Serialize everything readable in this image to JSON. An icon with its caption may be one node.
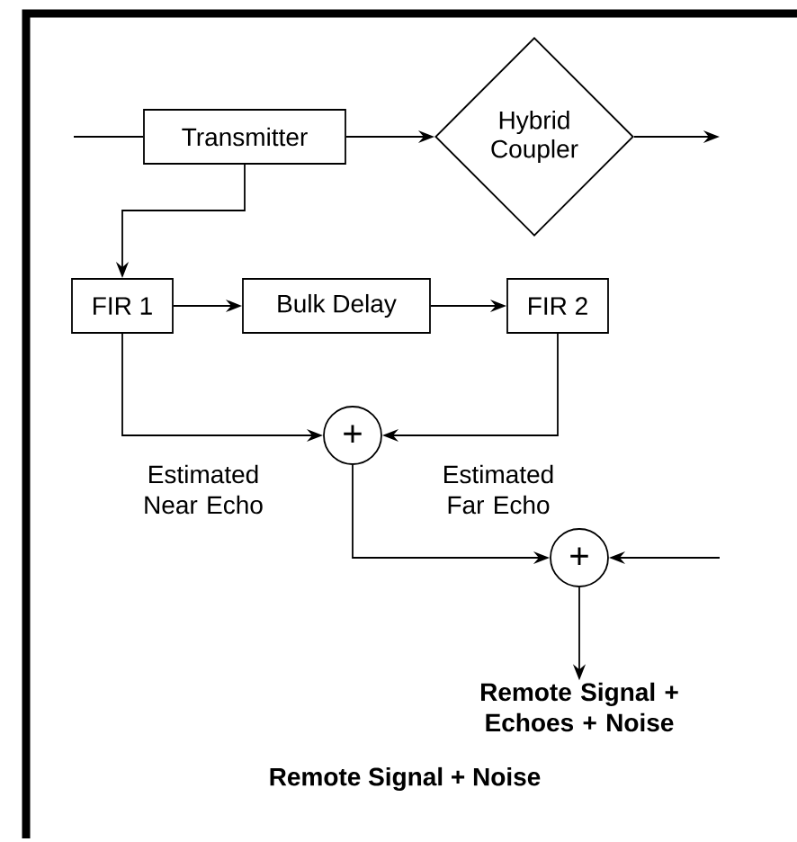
{
  "diagram": {
    "nodes": [
      {
        "text": [
          "Transmitter"
        ]
      },
      {
        "text": [
          "Hybrid Coupler"
        ]
      },
      {
        "text": [
          "FIR 1"
        ]
      },
      {
        "text": [
          "Bulk Delay"
        ]
      },
      {
        "text": [
          "FIR 2"
        ]
      },
      {
        "text": [
          "+"
        ]
      },
      {
        "text": [
          "+"
        ]
      },
      {
        "text": [
          "Remote Signal + Echoes + Noise"
        ]
      }
    ],
    "edges": [
      {
        "from": null,
        "to": 0,
        "arrow": "none"
      },
      {
        "from": 0,
        "to": 1,
        "arrow": "to"
      },
      {
        "from": 1,
        "to": null,
        "arrow": "to"
      },
      {
        "from": 0,
        "to": 2,
        "arrow": "to"
      },
      {
        "from": 2,
        "to": 3,
        "arrow": "to"
      },
      {
        "from": 3,
        "to": 4,
        "arrow": "to"
      },
      {
        "from": 2,
        "to": 5,
        "arrow": "to",
        "label": "Estimated Near Echo"
      },
      {
        "from": 4,
        "to": 5,
        "arrow": "to",
        "label": "Estimated Far Echo"
      },
      {
        "from": 5,
        "to": 6,
        "arrow": "to"
      },
      {
        "from": null,
        "to": 6,
        "arrow": "to"
      },
      {
        "from": 6,
        "to": 7,
        "arrow": "to"
      }
    ],
    "labels": [
      "Remote Signal + Noise"
    ]
  }
}
